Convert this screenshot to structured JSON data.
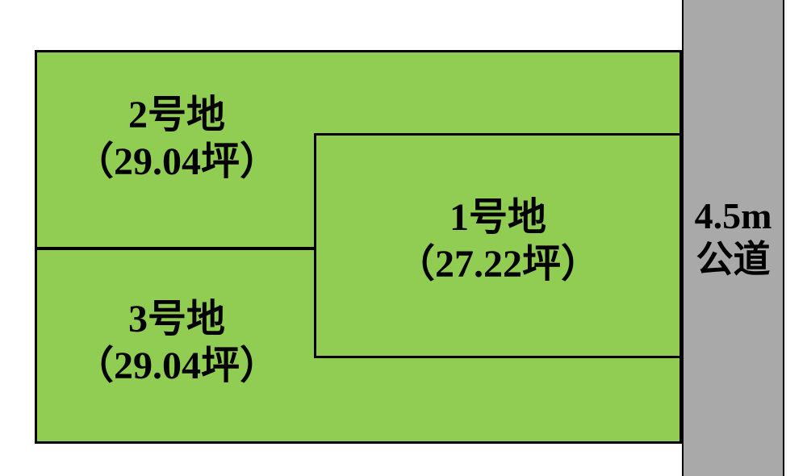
{
  "diagram": {
    "title": "land-lot-layout",
    "lots": [
      {
        "id": "lot-1",
        "name": "1号地",
        "area": "（27.22坪）"
      },
      {
        "id": "lot-2",
        "name": "2号地",
        "area": "（29.04坪）"
      },
      {
        "id": "lot-3",
        "name": "3号地",
        "area": "（29.04坪）"
      }
    ],
    "road": {
      "width_label": "4.5m",
      "type_label": "公道"
    },
    "colors": {
      "lot_fill": "#90cd52",
      "road_fill": "#a9a9a9",
      "line": "#000000",
      "background": "#ffffff"
    }
  }
}
